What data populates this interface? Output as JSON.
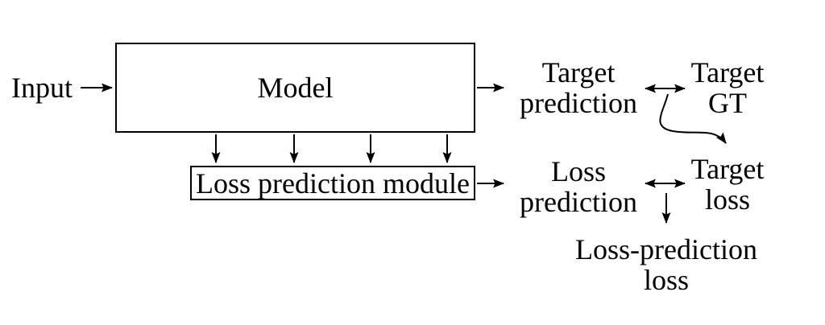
{
  "diagram": {
    "nodes": {
      "input": {
        "label": "Input"
      },
      "model": {
        "label": "Model"
      },
      "loss_module": {
        "label": "Loss prediction module"
      },
      "target_prediction": {
        "line1": "Target",
        "line2": "prediction"
      },
      "target_gt": {
        "line1": "Target",
        "line2": "GT"
      },
      "loss_prediction": {
        "line1": "Loss",
        "line2": "prediction"
      },
      "target_loss": {
        "line1": "Target",
        "line2": "loss"
      },
      "loss_prediction_loss": {
        "line1": "Loss-prediction",
        "line2": "loss"
      }
    },
    "edges": [
      {
        "from": "input",
        "to": "model",
        "type": "arrow"
      },
      {
        "from": "model",
        "to": "target_prediction",
        "type": "arrow"
      },
      {
        "from": "model",
        "to": "loss_module",
        "type": "arrow",
        "count": 4
      },
      {
        "from": "loss_module",
        "to": "loss_prediction",
        "type": "arrow"
      },
      {
        "from": "target_prediction",
        "to": "target_gt",
        "type": "double-arrow"
      },
      {
        "from": "target_prediction_vs_target_gt",
        "to": "target_loss",
        "type": "curved-arrow"
      },
      {
        "from": "loss_prediction",
        "to": "target_loss",
        "type": "double-arrow"
      },
      {
        "from": "loss_prediction_vs_target_loss",
        "to": "loss_prediction_loss",
        "type": "arrow"
      }
    ],
    "colors": {
      "ink": "#000000",
      "background": "#ffffff"
    }
  }
}
